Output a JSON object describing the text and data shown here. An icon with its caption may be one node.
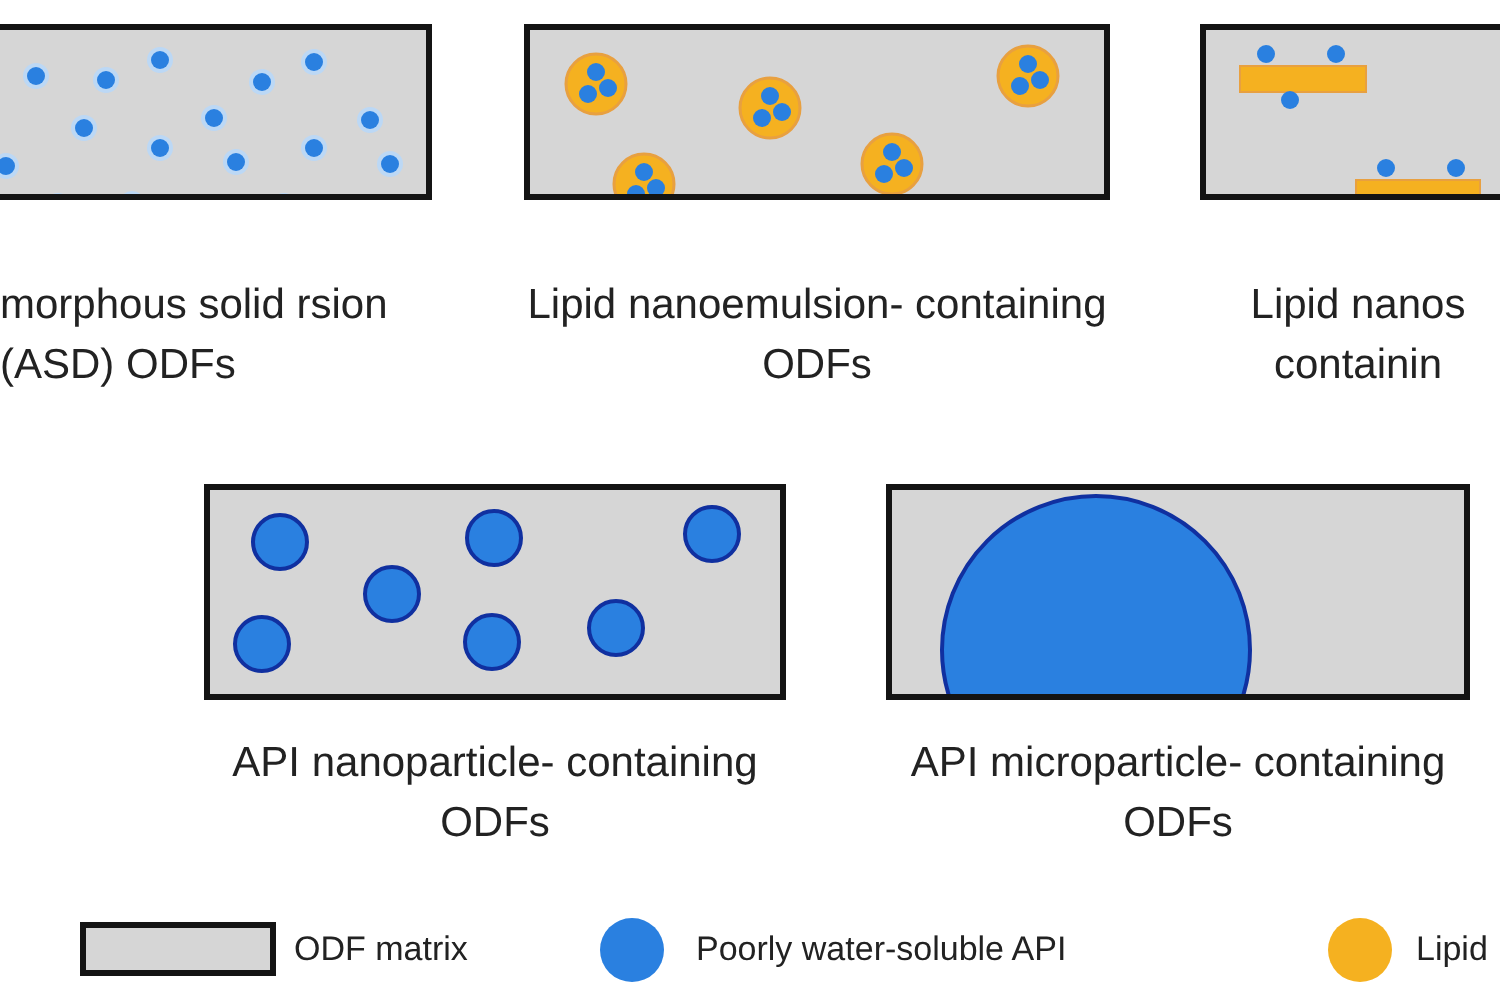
{
  "diagram": {
    "nodes": [
      {
        "text": [
          "morphous solid rsion (ASD) ODFs"
        ]
      },
      {
        "text": [
          "Lipid nanoemulsion- containing ODFs"
        ]
      },
      {
        "text": [
          "Lipid nanos containin"
        ]
      },
      {
        "text": [
          "API nanoparticle- containing ODFs"
        ]
      },
      {
        "text": [
          "API microparticle- containing ODFs"
        ]
      }
    ],
    "legend": [
      {
        "text": "ODF matrix",
        "color": "#d6d6d6"
      },
      {
        "text": "Poorly water-soluble API",
        "color": "#2a80e0"
      },
      {
        "text": "Lipid",
        "color": "#f5b120"
      }
    ]
  }
}
